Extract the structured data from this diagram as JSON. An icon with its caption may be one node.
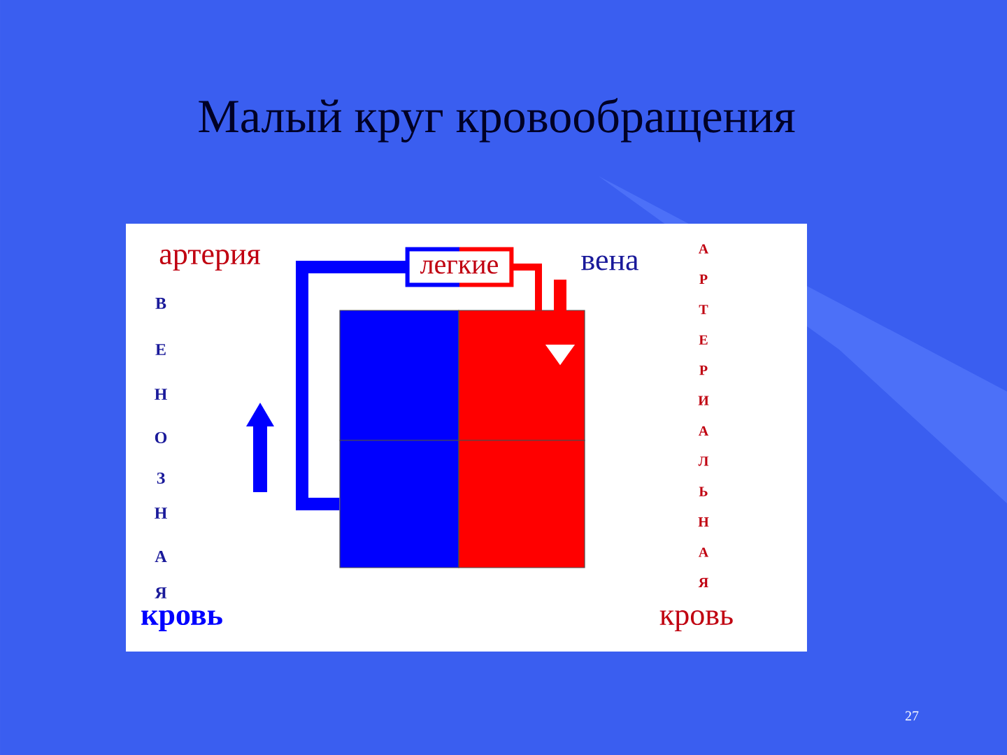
{
  "diagram": {
    "title": "Малый круг кровообращения",
    "nodes": [
      {
        "text": [
          "легкие"
        ]
      },
      {
        "text": [],
        "shape": "box"
      },
      {
        "text": [],
        "shape": "box"
      },
      {
        "text": [],
        "shape": "box"
      },
      {
        "text": [],
        "shape": "box"
      }
    ],
    "edges": [
      {
        "from": 3,
        "to": 0,
        "arrow": "none",
        "style": "thick",
        "color": "#0000ff"
      },
      {
        "from": 0,
        "to": 2,
        "arrow": "none",
        "color": "#ff0000"
      }
    ],
    "labels": [
      "артерия",
      "вена",
      "В",
      "Е",
      "Н",
      "О",
      "З",
      "Н",
      "А",
      "Я",
      "кровь",
      "А",
      "Р",
      "Т",
      "Е",
      "Р",
      "И",
      "А",
      "Л",
      "Ь",
      "Н",
      "А",
      "Я",
      "кровь",
      "27"
    ]
  }
}
